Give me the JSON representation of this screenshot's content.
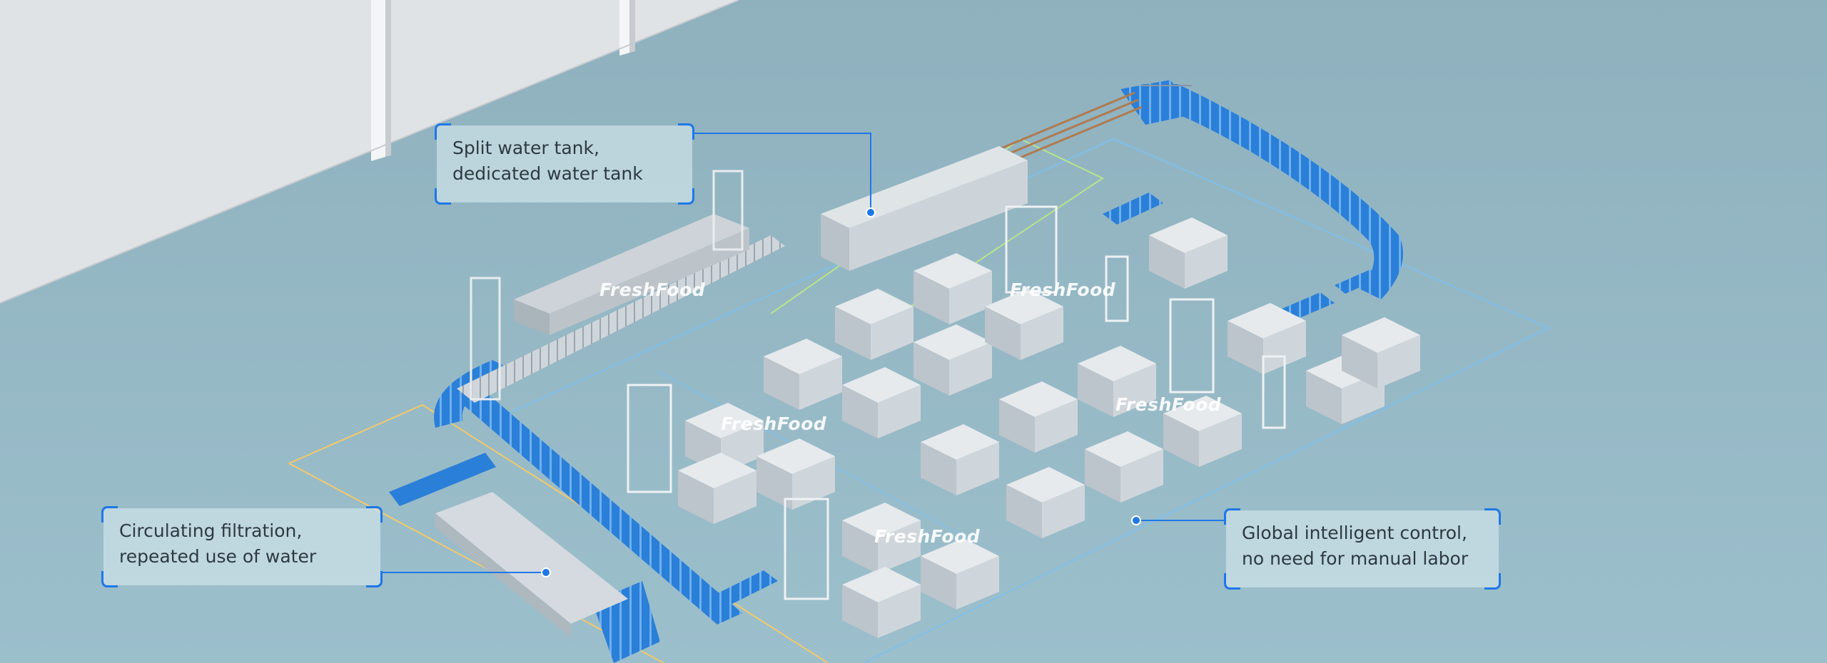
{
  "callouts": [
    {
      "text": "Split water tank, dedicated water tank"
    },
    {
      "text": "Circulating filtration, repeated use of water"
    },
    {
      "text": "Global intelligent control, no need for manual labor"
    }
  ],
  "watermarks": [
    "FreshFood",
    "FreshFood",
    "FreshFood",
    "FreshFood",
    "FreshFood"
  ],
  "colors": {
    "floor": "#97b9c6",
    "wall": "#dfe2e4",
    "accent": "#1f78e6",
    "conveyor": "#2a7fd8",
    "machine": "#d3d8dc",
    "zone_yellow": "#f3c969",
    "zone_green": "#b9e48a",
    "zone_blue": "#7cc0ee"
  }
}
